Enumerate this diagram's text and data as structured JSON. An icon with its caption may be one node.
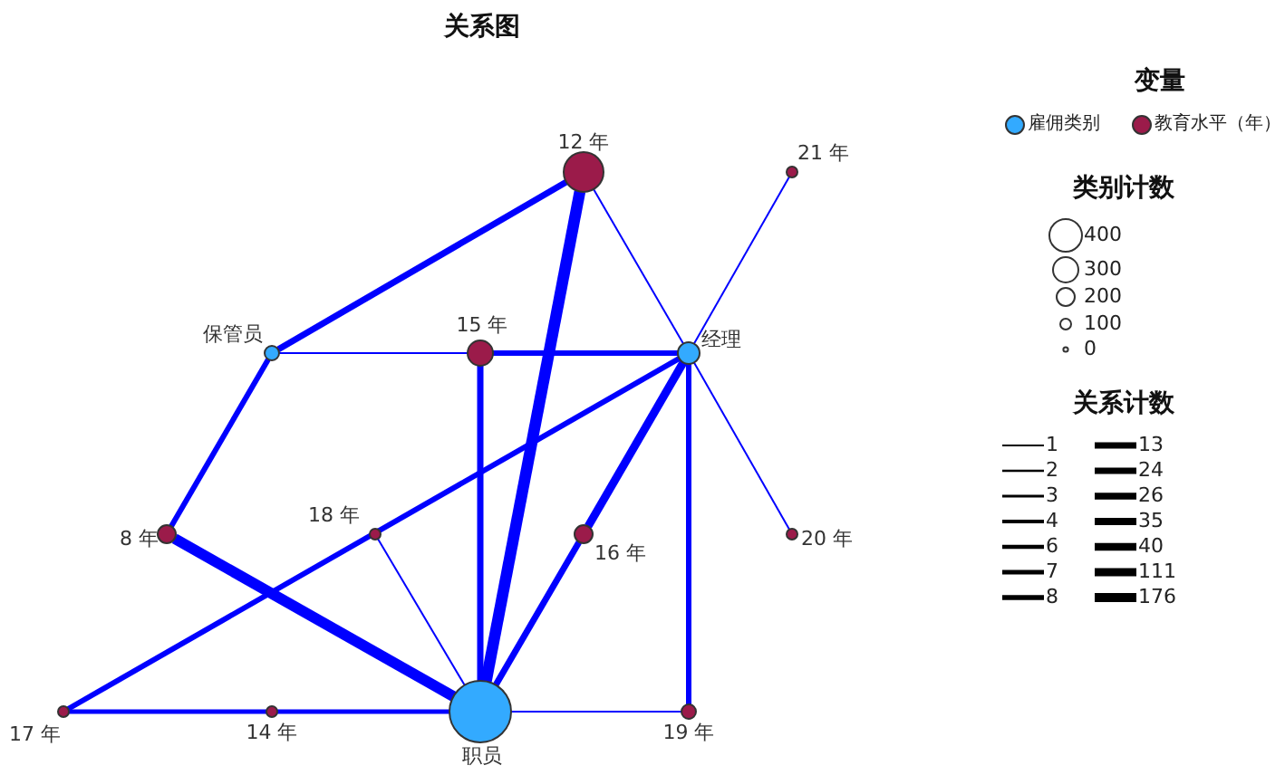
{
  "diagram": {
    "title": "关系图",
    "nodes": [
      {
        "text": [
          "12 年"
        ]
      },
      {
        "text": [
          "21 年"
        ]
      },
      {
        "text": [
          "保管员"
        ]
      },
      {
        "text": [
          "15 年"
        ]
      },
      {
        "text": [
          "经理"
        ]
      },
      {
        "text": [
          "8 年"
        ]
      },
      {
        "text": [
          "18 年"
        ]
      },
      {
        "text": [
          "16 年"
        ]
      },
      {
        "text": [
          "20 年"
        ]
      },
      {
        "text": [
          "17 年"
        ]
      },
      {
        "text": [
          "14 年"
        ]
      },
      {
        "text": [
          "职员"
        ]
      },
      {
        "text": [
          "19 年"
        ]
      }
    ],
    "edges": [
      {
        "from": 2,
        "to": 0,
        "arrow": "none"
      },
      {
        "from": 11,
        "to": 0,
        "arrow": "none",
        "style": "thick"
      },
      {
        "from": 4,
        "to": 0,
        "arrow": "none"
      },
      {
        "from": 4,
        "to": 1,
        "arrow": "none"
      },
      {
        "from": 2,
        "to": 3,
        "arrow": "none"
      },
      {
        "from": 4,
        "to": 3,
        "arrow": "none"
      },
      {
        "from": 2,
        "to": 5,
        "arrow": "none"
      },
      {
        "from": 11,
        "to": 5,
        "arrow": "none",
        "style": "thick"
      },
      {
        "from": 4,
        "to": 9,
        "arrow": "none"
      },
      {
        "from": 11,
        "to": 6,
        "arrow": "none"
      },
      {
        "from": 11,
        "to": 3,
        "arrow": "none"
      },
      {
        "from": 11,
        "to": 7,
        "arrow": "none"
      },
      {
        "from": 4,
        "to": 7,
        "arrow": "none"
      },
      {
        "from": 4,
        "to": 8,
        "arrow": "none"
      },
      {
        "from": 4,
        "to": 12,
        "arrow": "none"
      },
      {
        "from": 11,
        "to": 9,
        "arrow": "none"
      },
      {
        "from": 11,
        "to": 12,
        "arrow": "none"
      }
    ],
    "labels": [
      "变量",
      "类别计数",
      "关系计数"
    ],
    "legend": [
      {
        "text": "雇佣类别",
        "color": "#33aaff"
      },
      {
        "text": "教育水平（年）",
        "color": "#9b1b4a"
      },
      {
        "text": "400"
      },
      {
        "text": "300"
      },
      {
        "text": "200"
      },
      {
        "text": "100"
      },
      {
        "text": "0"
      },
      {
        "text": "1"
      },
      {
        "text": "13"
      },
      {
        "text": "2"
      },
      {
        "text": "24"
      },
      {
        "text": "3"
      },
      {
        "text": "26"
      },
      {
        "text": "4"
      },
      {
        "text": "35"
      },
      {
        "text": "6"
      },
      {
        "text": "40"
      },
      {
        "text": "7"
      },
      {
        "text": "111"
      },
      {
        "text": "8"
      },
      {
        "text": "176"
      }
    ]
  }
}
